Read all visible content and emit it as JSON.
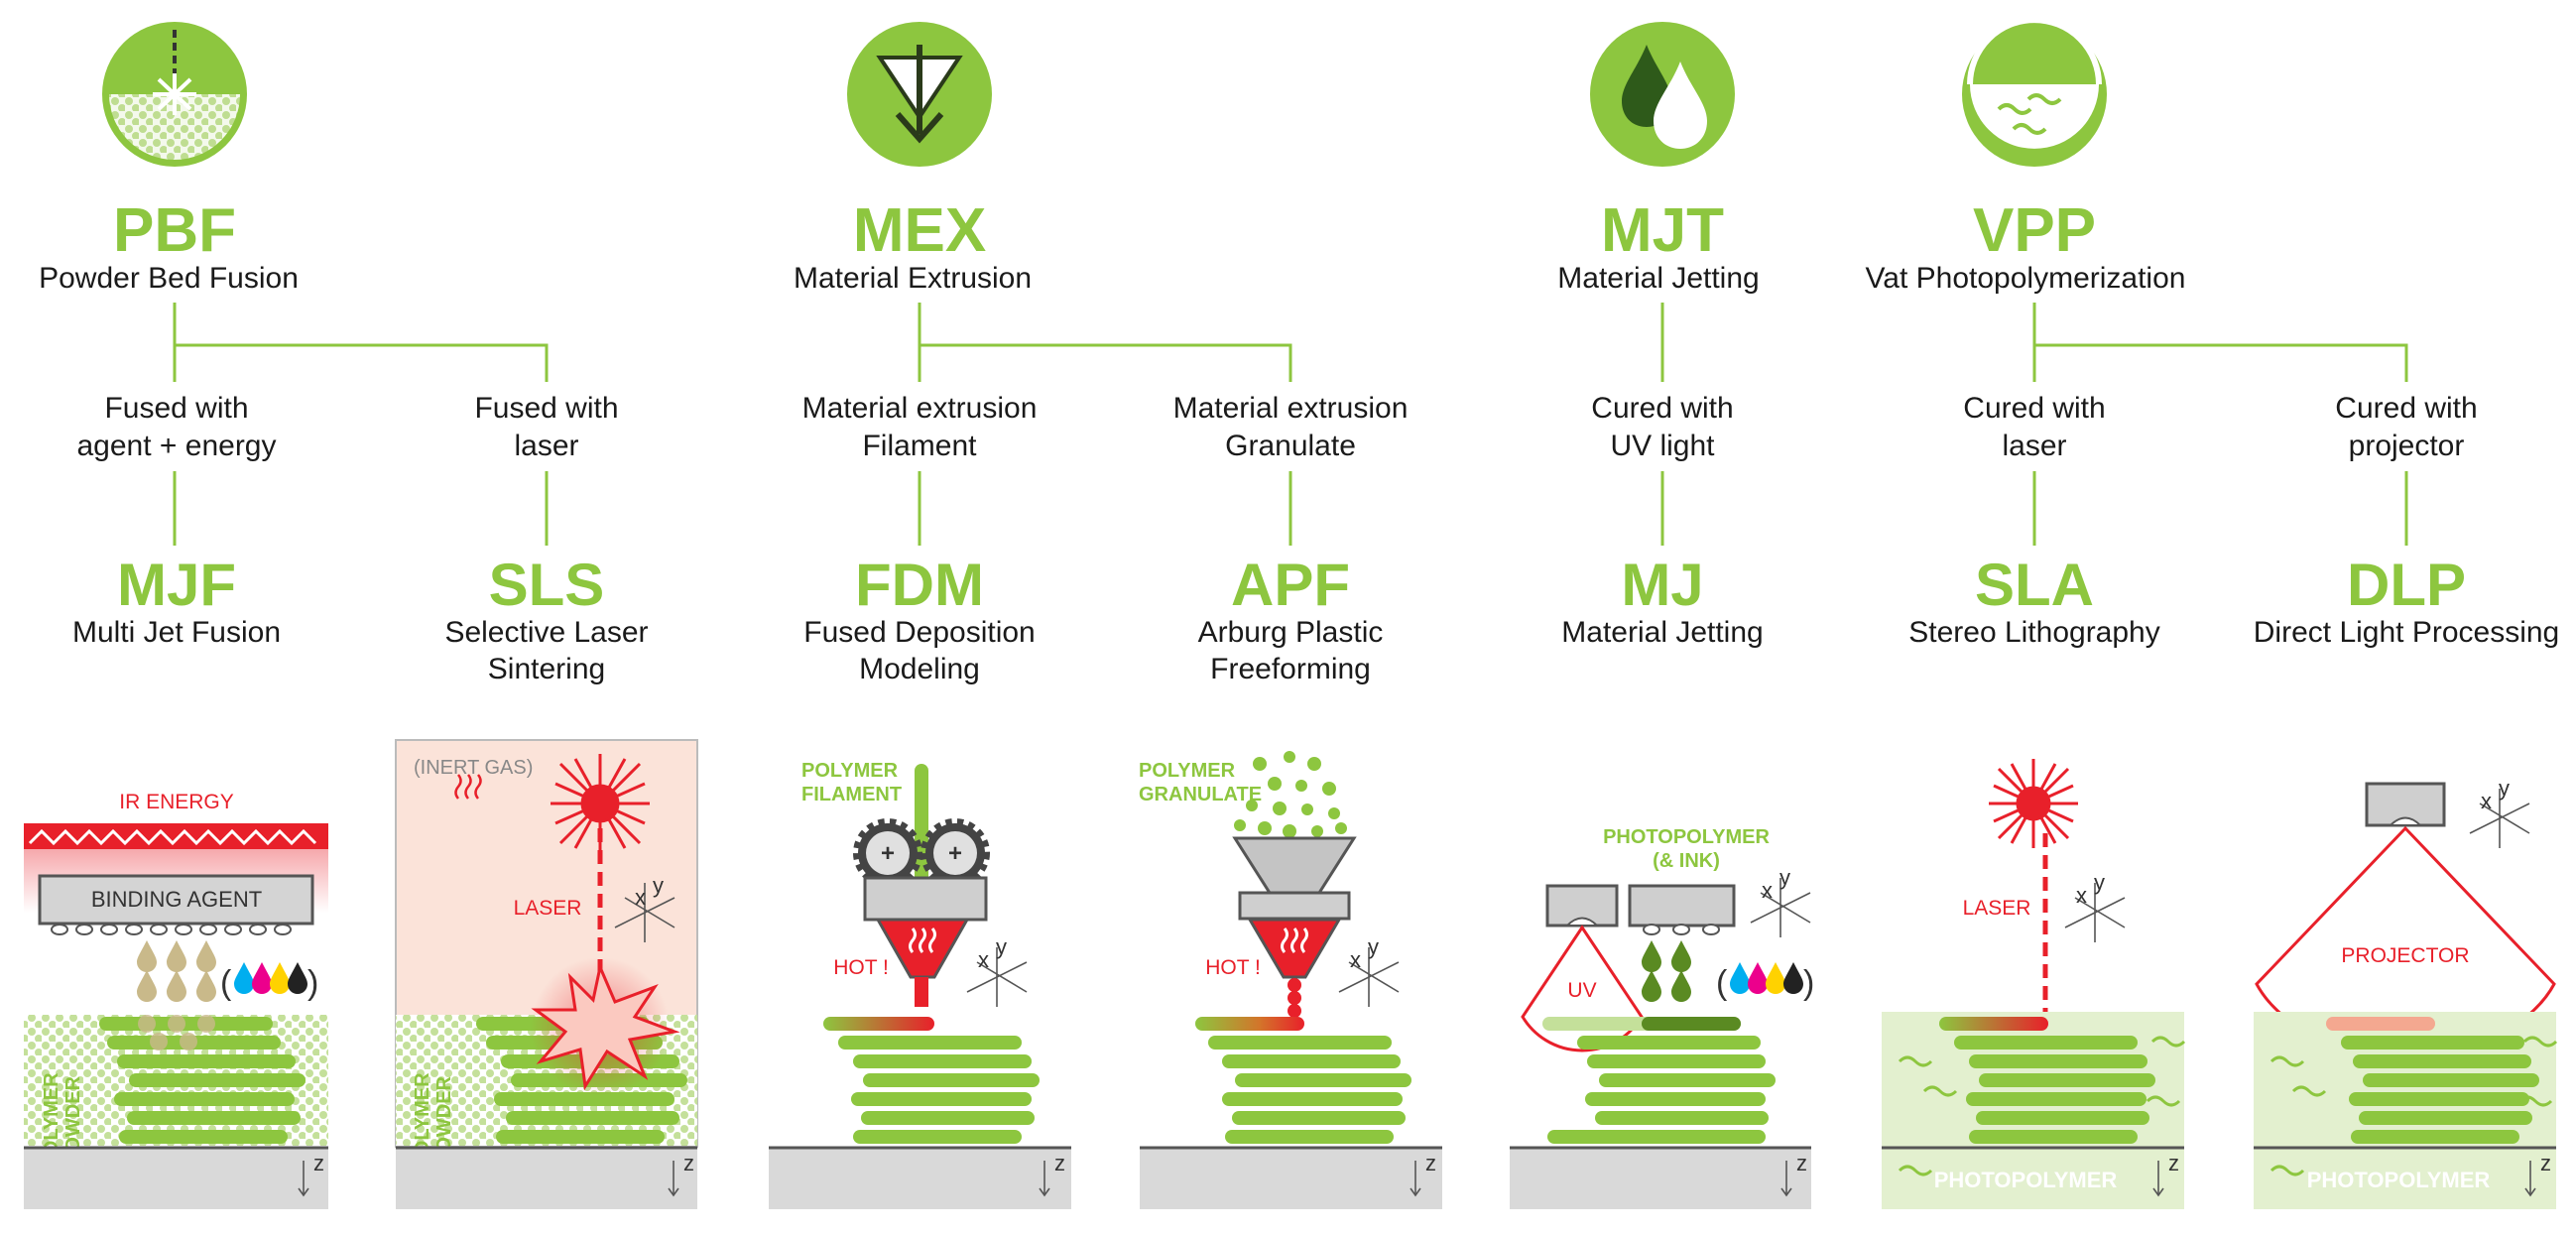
{
  "colors": {
    "green": "#8dc63f",
    "dark_green": "#5a8a22",
    "red": "#e8202a",
    "text": "#1a1a1a",
    "gray": "#d9d9d9"
  },
  "categories": [
    {
      "abbr": "PBF",
      "name": "Powder Bed Fusion",
      "icon": "laser-powder-icon"
    },
    {
      "abbr": "MEX",
      "name": "Material Extrusion",
      "icon": "extrusion-arrow-icon"
    },
    {
      "abbr": "MJT",
      "name": "Material Jetting",
      "icon": "droplets-icon"
    },
    {
      "abbr": "VPP",
      "name": "Vat Photopolymerization",
      "icon": "vat-icon"
    }
  ],
  "processes": [
    {
      "method_line1": "Fused with",
      "method_line2": "agent + energy",
      "abbr": "MJF",
      "name_line1": "Multi Jet Fusion",
      "name_line2": ""
    },
    {
      "method_line1": "Fused with",
      "method_line2": "laser",
      "abbr": "SLS",
      "name_line1": "Selective Laser",
      "name_line2": "Sintering"
    },
    {
      "method_line1": "Material extrusion",
      "method_line2": "Filament",
      "abbr": "FDM",
      "name_line1": "Fused Deposition",
      "name_line2": "Modeling"
    },
    {
      "method_line1": "Material extrusion",
      "method_line2": "Granulate",
      "abbr": "APF",
      "name_line1": "Arburg Plastic",
      "name_line2": "Freeforming"
    },
    {
      "method_line1": "Cured with",
      "method_line2": "UV light",
      "abbr": "MJ",
      "name_line1": "Material Jetting",
      "name_line2": ""
    },
    {
      "method_line1": "Cured with",
      "method_line2": "laser",
      "abbr": "SLA",
      "name_line1": "Stereo Lithography",
      "name_line2": ""
    },
    {
      "method_line1": "Cured with",
      "method_line2": "projector",
      "abbr": "DLP",
      "name_line1": "Direct Light Processing",
      "name_line2": ""
    }
  ],
  "illustrations": {
    "mjf": {
      "ir_energy": "IR ENERGY",
      "binding_agent": "BINDING AGENT",
      "powder_line1": "POLYMER",
      "powder_line2": "POWDER"
    },
    "sls": {
      "inert_gas": "(INERT GAS)",
      "laser": "LASER",
      "powder_line1": "POLYMER",
      "powder_line2": "POWDER"
    },
    "fdm": {
      "filament_line1": "POLYMER",
      "filament_line2": "FILAMENT",
      "hot": "HOT !"
    },
    "apf": {
      "granulate_line1": "POLYMER",
      "granulate_line2": "GRANULATE",
      "hot": "HOT !"
    },
    "mj": {
      "photopolymer_line1": "PHOTOPOLYMER",
      "photopolymer_line2": "(& INK)",
      "uv": "UV"
    },
    "sla": {
      "laser": "LASER",
      "photopolymer": "PHOTOPOLYMER"
    },
    "dlp": {
      "projector": "PROJECTOR",
      "photopolymer": "PHOTOPOLYMER"
    },
    "axes": {
      "x": "x",
      "y": "y",
      "z": "z"
    }
  }
}
